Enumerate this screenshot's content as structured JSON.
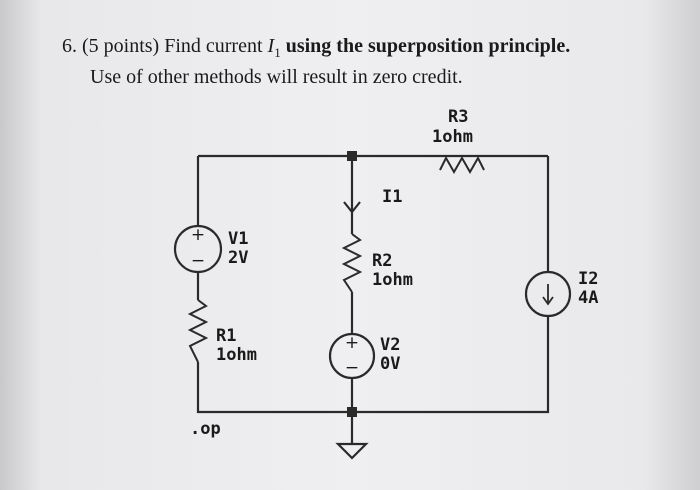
{
  "question": {
    "number": "6.",
    "points": "(5 points) Find current",
    "current_symbol": "I",
    "current_sub": "1",
    "bold_rest": "using the superposition principle.",
    "line2": "Use of other methods will result in zero credit."
  },
  "components": {
    "r3": {
      "name": "R3",
      "value": "1ohm"
    },
    "i1": {
      "name": "I1"
    },
    "v1": {
      "name": "V1",
      "value": "2V"
    },
    "r2": {
      "name": "R2",
      "value": "1ohm"
    },
    "i2": {
      "name": "I2",
      "value": "4A"
    },
    "r1": {
      "name": "R1",
      "value": "1ohm"
    },
    "v2": {
      "name": "V2",
      "value": "0V"
    }
  },
  "directive": ".op",
  "source_symbols": {
    "plus": "+",
    "minus": "−"
  }
}
